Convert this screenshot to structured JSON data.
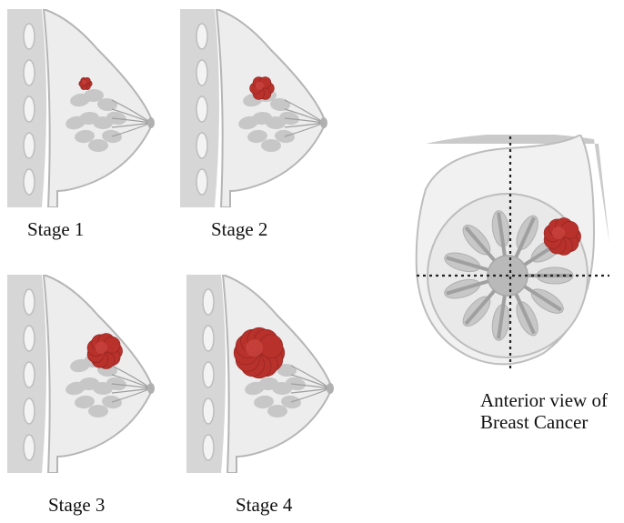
{
  "stages": [
    {
      "label": "Stage 1"
    },
    {
      "label": "Stage 2"
    },
    {
      "label": "Stage 3"
    },
    {
      "label": "Stage 4"
    }
  ],
  "anterior": {
    "caption_line1": "Anterior view of",
    "caption_line2": "Breast Cancer"
  },
  "colors": {
    "tumor": "#b8312b",
    "tumor_dark": "#8e2420",
    "tissue": "#c7c7c7",
    "tissue_light": "#e8e8e8",
    "skin": "#d6d6d6",
    "rib": "#bdbdbd",
    "dotted_line": "#222222"
  }
}
